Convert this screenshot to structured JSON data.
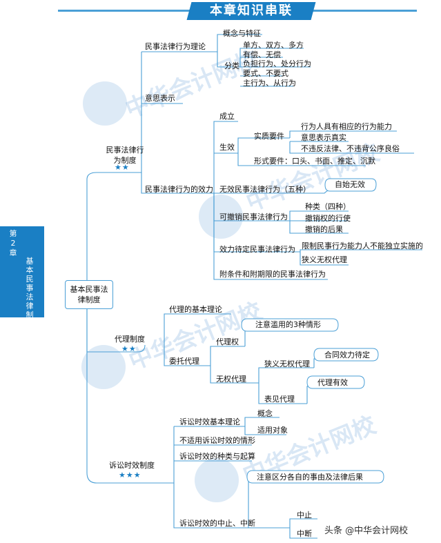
{
  "banner": {
    "title": "本章知识串联"
  },
  "sidetab": {
    "chapter": "第2章",
    "name": "基本民事法律制度"
  },
  "root": "基本民事法律制度",
  "b1": {
    "label": "民事法律行为制度",
    "stars": "★★",
    "theory": "民事法律行为理论",
    "concept": "概念与特征",
    "classify": "分类",
    "c1": "单方、双方、多方",
    "c2": "有偿、无偿",
    "c3": "负担行为、处分行为",
    "c4": "要式、不要式",
    "c5": "主行为、从行为",
    "intent": "意思表示",
    "effect": "民事法律行为的效力",
    "establish": "成立",
    "valid": "生效",
    "substantive": "实质要件",
    "s1": "行为人具有相应的行为能力",
    "s2": "意思表示真实",
    "s3": "不违反法律、不违背公序良俗",
    "formal": "形式要件：口头、书面、推定、沉默",
    "invalid": "无效民事法律行为（五种）",
    "void_from_start": "自始无效",
    "revocable": "可撤销民事法律行为",
    "r1": "种类（四种）",
    "r2": "撤销权的行使",
    "r3": "撤销的后果",
    "pending": "效力待定民事法律行为",
    "p1": "限制民事行为能力人不能独立实施的",
    "p2": "狭义无权代理",
    "conditional": "附条件和附期限的民事法律行为"
  },
  "b2": {
    "label": "代理制度",
    "stars": "★★",
    "basic": "代理的基本理论",
    "entrust": "委托代理",
    "authority": "代理权",
    "abuse": "注意滥用的3种情形",
    "unauth": "无权代理",
    "narrow": "狭义无权代理",
    "pending": "合同效力待定",
    "apparent": "表见代理",
    "valid": "代理有效"
  },
  "b3": {
    "label": "诉讼时效制度",
    "stars": "★★★",
    "basic": "诉讼时效基本理论",
    "concept": "概念",
    "scope": "适用对象",
    "notapply": "不适用诉讼时效的情形",
    "types": "诉讼时效的种类与起算",
    "suspend": "诉讼时效的中止、中断",
    "note": "注意区分各自的事由及法律后果",
    "s1": "中止",
    "s2": "中断"
  },
  "watermark": "中华会计网校",
  "footer": "头条 @中华会计网校",
  "colors": {
    "accent": "#1a7fc4",
    "line": "#4a9fd6"
  }
}
